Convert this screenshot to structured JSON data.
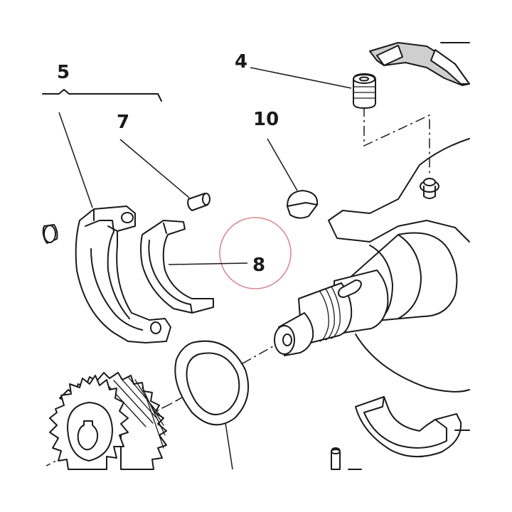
{
  "callouts": {
    "c4": "4",
    "c5": "5",
    "c7": "7",
    "c8": "8",
    "c10": "10"
  },
  "colors": {
    "ink": "#1a1a1a",
    "highlight": "#d98a92",
    "background": "#ffffff"
  }
}
